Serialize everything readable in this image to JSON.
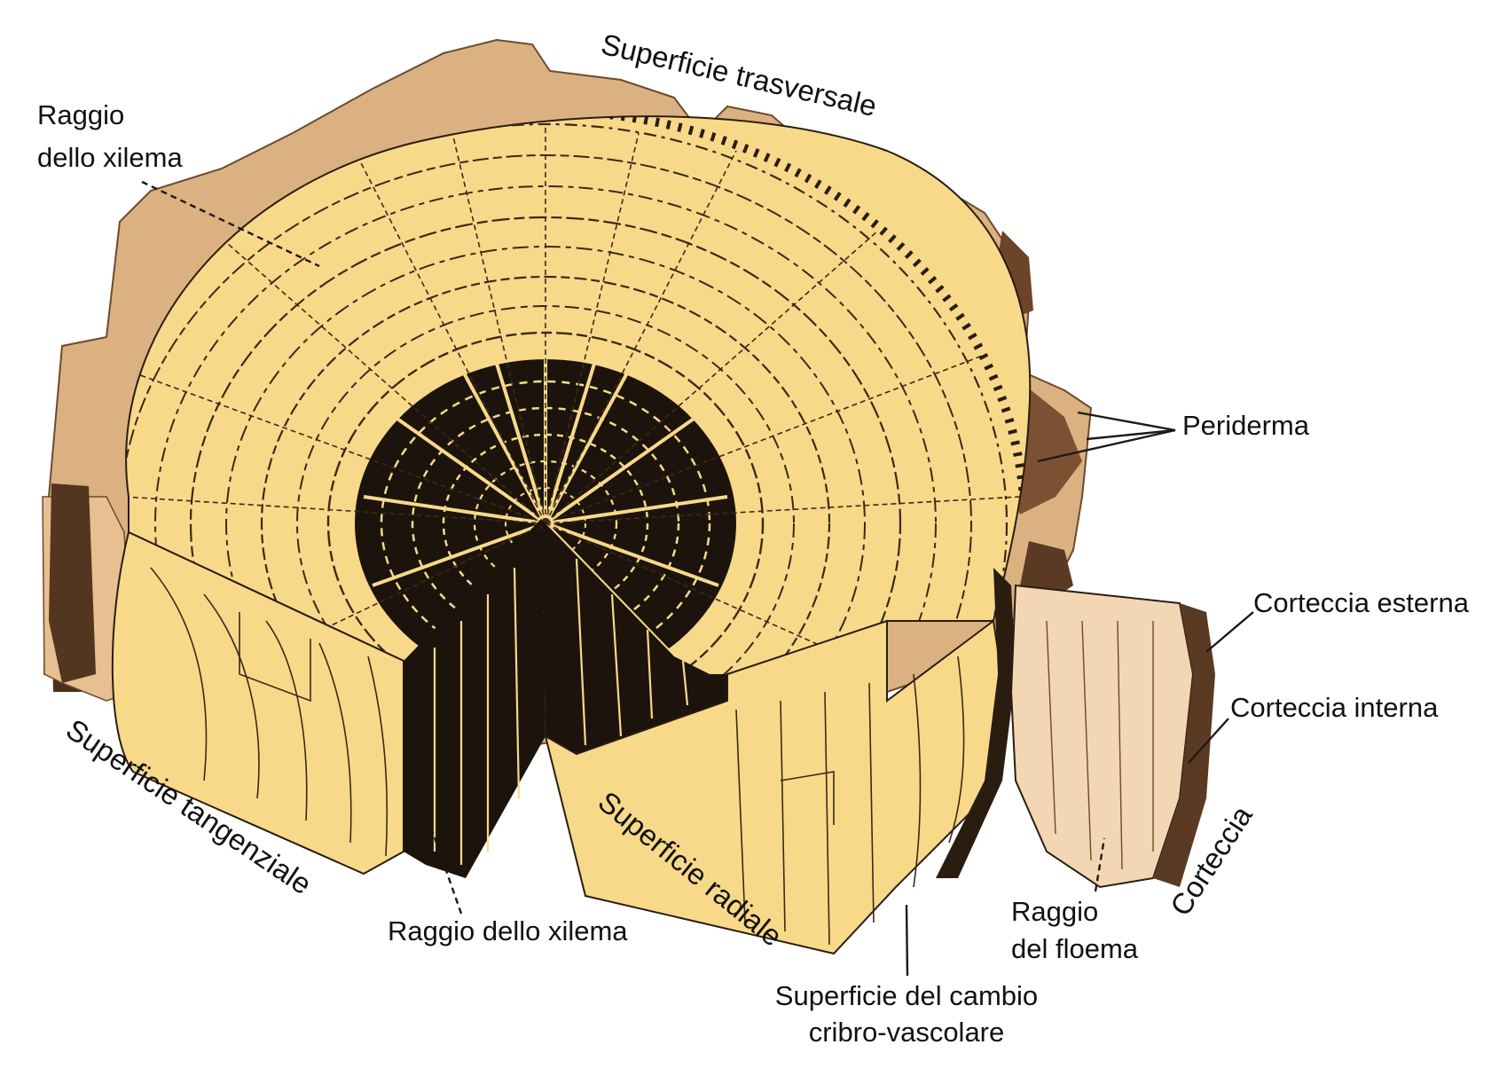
{
  "labels": {
    "superficie_trasversale": "Superficie trasversale",
    "raggio_xilema_top_line1": "Raggio",
    "raggio_xilema_top_line2": "dello xilema",
    "periderma": "Periderma",
    "corteccia_esterna": "Corteccia esterna",
    "corteccia_interna": "Corteccia interna",
    "corteccia": "Corteccia",
    "superficie_tangenziale": "Superficie tangenziale",
    "superficie_radiale": "Superficie radiale",
    "raggio_xilema_bottom": "Raggio dello xilema",
    "raggio_floema_line1": "Raggio",
    "raggio_floema_line2": "del floema",
    "cambio_line1": "Superficie del cambio",
    "cambio_line2": "cribro-vascolare"
  },
  "colors": {
    "wood": "#f8d98a",
    "wood_shadow": "#e9c46a",
    "heartwood": "#1c140c",
    "bark": "#dcb181",
    "bark_dark": "#5a3a22",
    "inner_bark": "#f3d6b4",
    "ink": "#111111"
  }
}
